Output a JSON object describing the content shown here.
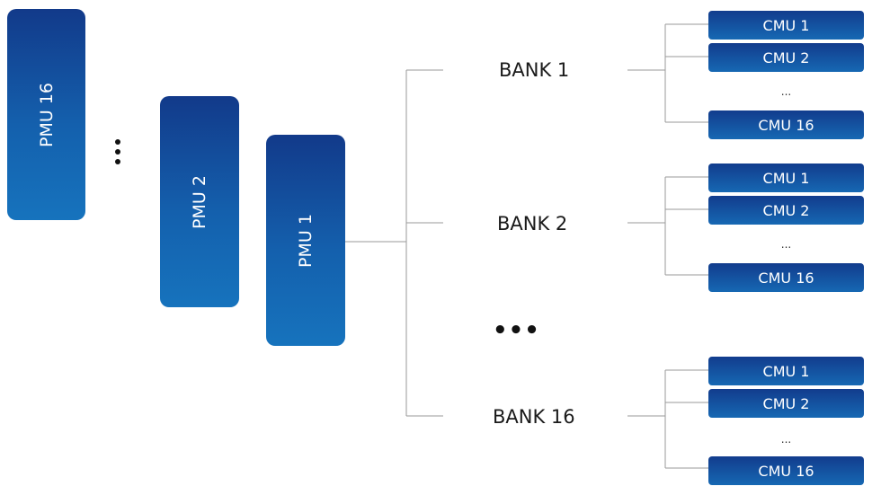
{
  "pmus": {
    "pmu16": "PMU 16",
    "pmu2": "PMU 2",
    "pmu1": "PMU 1"
  },
  "pmu_ellipsis": "⋮",
  "bank_ellipsis": "•••",
  "banks": [
    {
      "label": "BANK 1",
      "cmus": [
        "CMU 1",
        "CMU 2",
        "CMU 16"
      ],
      "cmu_ellipsis": "..."
    },
    {
      "label": "BANK 2",
      "cmus": [
        "CMU 1",
        "CMU 2",
        "CMU 16"
      ],
      "cmu_ellipsis": "..."
    },
    {
      "label": "BANK 16",
      "cmus": [
        "CMU 1",
        "CMU 2",
        "CMU 16"
      ],
      "cmu_ellipsis": "..."
    }
  ],
  "colors": {
    "box_top": "#123a8a",
    "box_bottom": "#1673bd",
    "connector": "#9a9a9a"
  }
}
